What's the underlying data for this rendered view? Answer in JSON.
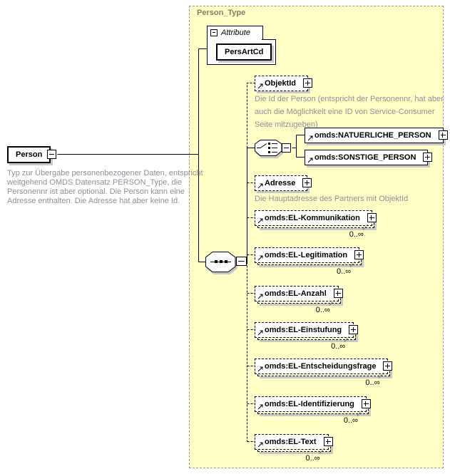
{
  "colors": {
    "panel_background": "#FFFFC6",
    "panel_title": "#80806A",
    "annotation_text": "#8F8F98",
    "box_shadow": "#C9C9C9"
  },
  "root": {
    "label": "Person",
    "annotation": [
      "Typ zur Übergabe personenbezogener Daten, entspricht",
      "weitgehend OMDS Datensatz PERSON_Type, die",
      "Personennr ist aber optional. Die Person kann eine",
      "Adresse enthalten. Die Adresse hat aber keine Id."
    ]
  },
  "panel": {
    "title": "Person_Type",
    "attribute_block": {
      "title": "Attribute",
      "attribute_name": "PersArtCd"
    }
  },
  "children": [
    {
      "label": "ObjektId",
      "optional": true,
      "annotation": [
        "Die Id der Person (entspricht der Personennr, hat aber",
        "auch die Möglichkeit eine ID von Service-Consumer",
        "Seite mitzugeben)"
      ]
    },
    {
      "type": "choice",
      "options": [
        {
          "label": "omds:NATUERLICHE_PERSON"
        },
        {
          "label": "omds:SONSTIGE_PERSON"
        }
      ]
    },
    {
      "label": "Adresse",
      "optional": true,
      "annotation": [
        "Die Hauptadresse des Partners mit ObjektId"
      ]
    },
    {
      "label": "omds:EL-Kommunikation",
      "optional": true,
      "occurrence": "0..∞"
    },
    {
      "label": "omds:EL-Legitimation",
      "optional": true,
      "occurrence": "0..∞"
    },
    {
      "label": "omds:EL-Anzahl",
      "optional": true,
      "occurrence": "0..∞"
    },
    {
      "label": "omds:EL-Einstufung",
      "optional": true,
      "occurrence": "0..∞"
    },
    {
      "label": "omds:EL-Entscheidungsfrage",
      "optional": true,
      "occurrence": "0..∞"
    },
    {
      "label": "omds:EL-Identifizierung",
      "optional": true,
      "occurrence": "0..∞"
    },
    {
      "label": "omds:EL-Text",
      "optional": true,
      "occurrence": "0..∞"
    }
  ]
}
